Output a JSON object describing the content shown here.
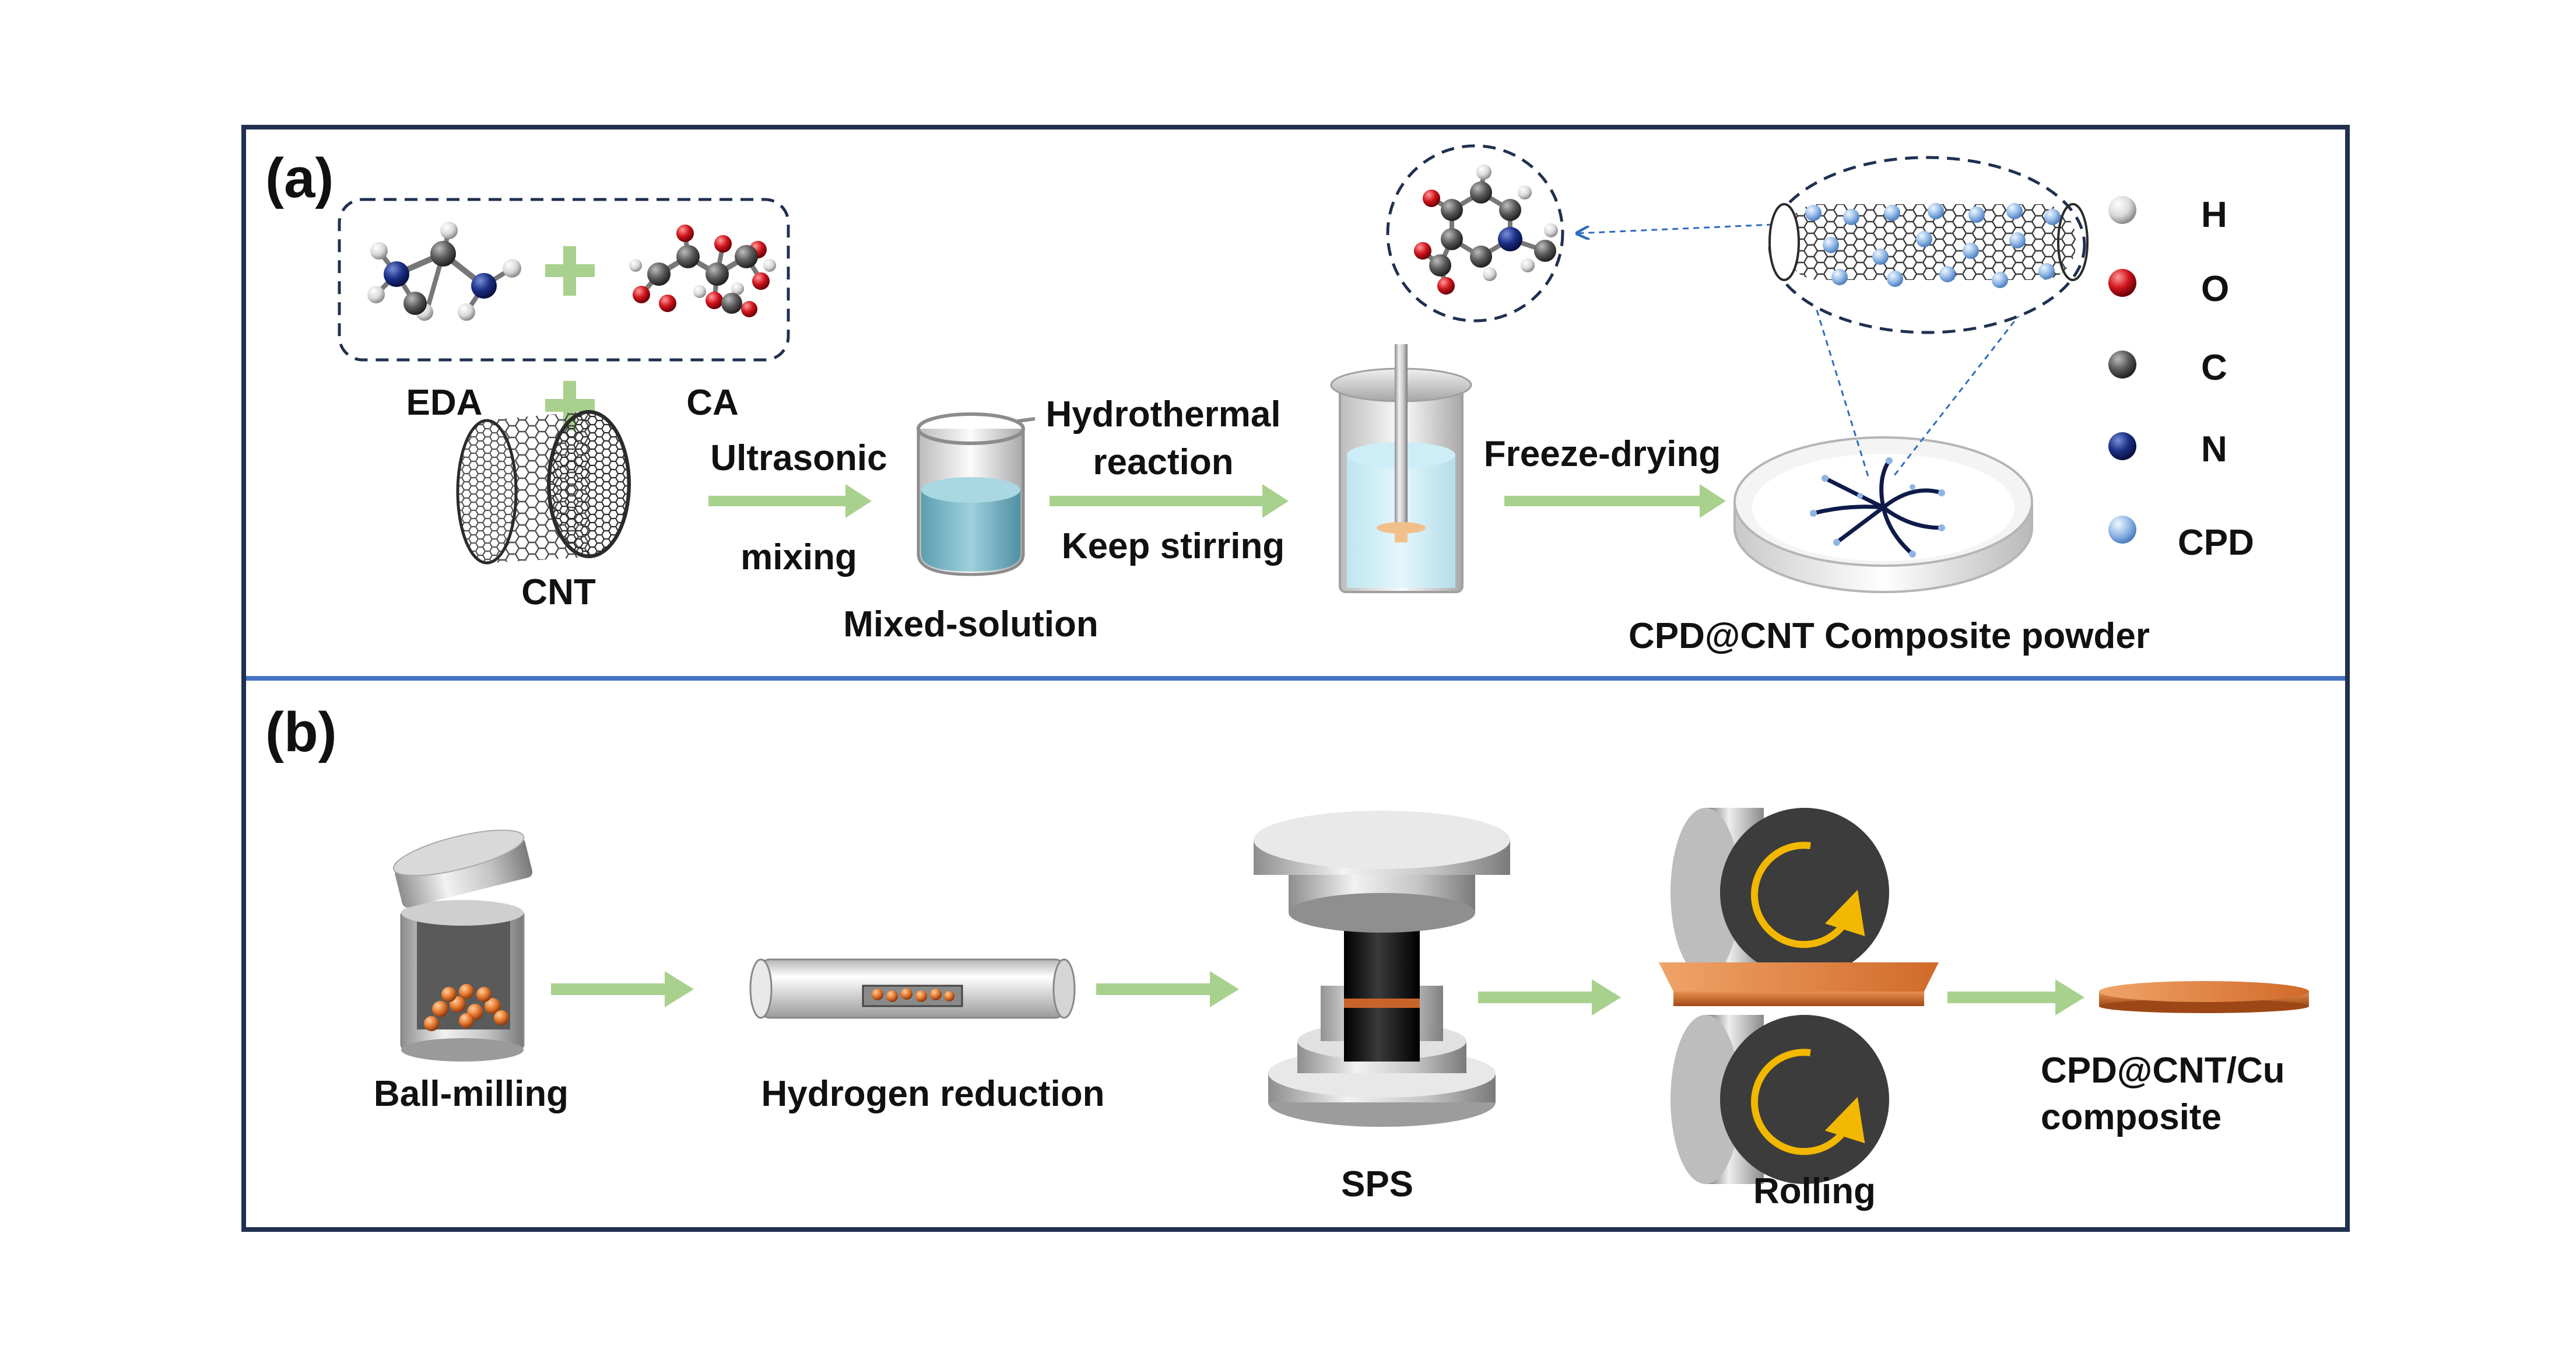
{
  "panel_a": {
    "tag": "(a)",
    "reactants": {
      "eda": "EDA",
      "ca": "CA",
      "cnt": "CNT"
    },
    "steps": {
      "ultrasonic_top": "Ultrasonic",
      "ultrasonic_bottom": "mixing",
      "mixed_solution": "Mixed-solution",
      "hydrothermal_line1": "Hydrothermal",
      "hydrothermal_line2": "reaction",
      "keep_stirring": "Keep stirring",
      "freeze_drying": "Freeze-drying",
      "product": "CPD@CNT Composite powder"
    },
    "legend": [
      {
        "label": "H",
        "color": "#e6e6e6"
      },
      {
        "label": "O",
        "color": "#c8141e"
      },
      {
        "label": "C",
        "color": "#555555"
      },
      {
        "label": "N",
        "color": "#14286e"
      },
      {
        "label": "CPD",
        "color": "#8fb5e6"
      }
    ]
  },
  "panel_b": {
    "tag": "(b)",
    "steps": {
      "ball_milling": "Ball-milling",
      "hydrogen_reduction": "Hydrogen reduction",
      "sps": "SPS",
      "rolling": "Rolling",
      "product_line1": "CPD@CNT/Cu",
      "product_line2": "composite"
    }
  },
  "colors": {
    "frame": "#1f3050",
    "divider": "#4472c4",
    "arrow": "#a9d18e",
    "copper": "#c8642a",
    "roller": "#3c3c3c",
    "rotation": "#f2b800"
  }
}
